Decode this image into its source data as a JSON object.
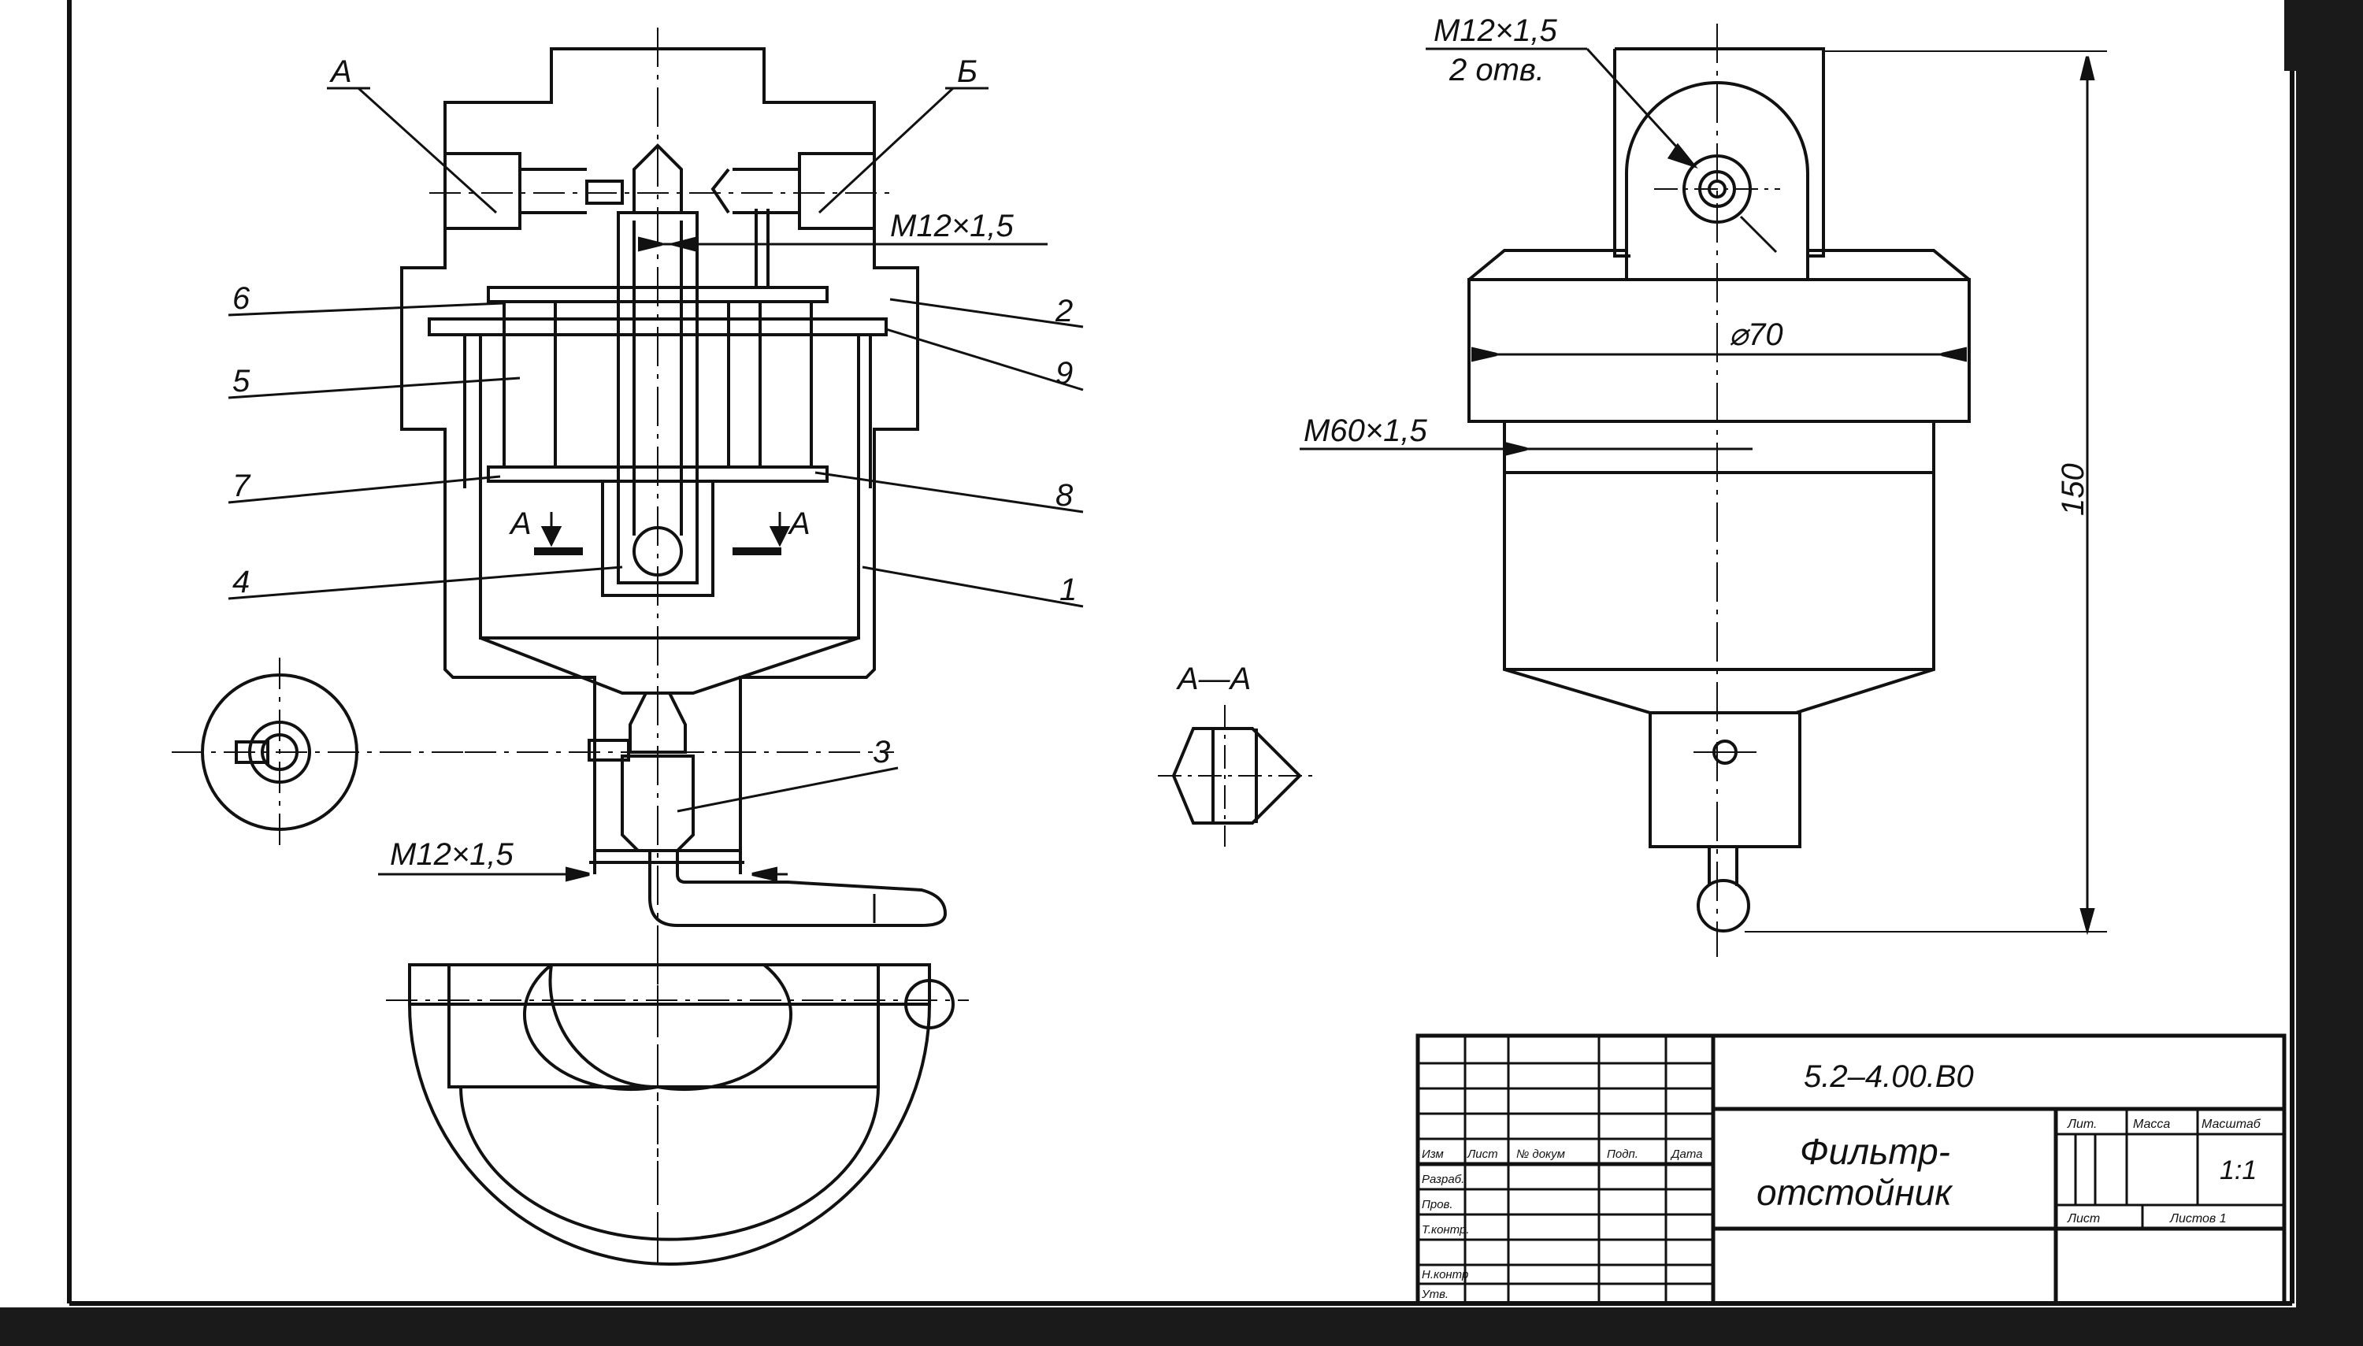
{
  "colors": {
    "ink": "#111111",
    "paper": "#ffffff",
    "edge": "#1a1a1a"
  },
  "labels": {
    "section_left": "А",
    "section_right": "Б",
    "thread_top_left": "М12×1,5",
    "callouts": [
      "6",
      "5",
      "7",
      "4",
      "2",
      "9",
      "8",
      "1",
      "3"
    ],
    "thread_bottom_left": "М12×1,5",
    "cut_mark_left": "А",
    "cut_mark_right": "А",
    "section_aa": "А—А",
    "thread_top_right_1": "М12×1,5",
    "thread_top_right_2": "2 отв.",
    "diameter": "⌀70",
    "thread_side": "М60×1,5",
    "height_dim": "150"
  },
  "title_block": {
    "code": "5.2–4.00.В0",
    "name_line1": "Фильтр-",
    "name_line2": "отстойник",
    "col_izm": "Изм",
    "col_list": "Лист",
    "col_doc": "№ докум",
    "col_sign": "Подп.",
    "col_date": "Дата",
    "row_razrab": "Разраб.",
    "row_prov": "Пров.",
    "row_tkontr": "Т.контр.",
    "row_nkontr": "Н.контр",
    "row_utv": "Утв.",
    "lit": "Лит.",
    "mass": "Масса",
    "scale_label": "Масштаб",
    "scale_value": "1:1",
    "sheet": "Лист",
    "sheets": "Листов 1"
  }
}
